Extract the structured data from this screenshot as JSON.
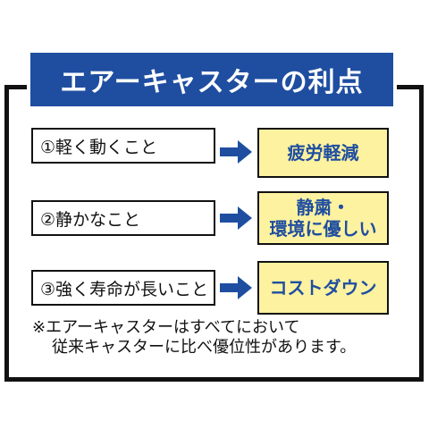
{
  "title": "エアーキャスターの利点",
  "rows": [
    {
      "label": "①軽く動くこと",
      "benefit": [
        "疲労軽減"
      ]
    },
    {
      "label": "②静かなこと",
      "benefit": [
        "静粛・",
        "環境に優しい"
      ]
    },
    {
      "label": "③強く寿命が長いこと",
      "benefit": [
        "コストダウン"
      ]
    }
  ],
  "note": {
    "line1": "※エアーキャスターはすべてにおいて",
    "line2": "従来キャスターに比べ優位性があります。"
  },
  "colors": {
    "accent": "#1f4ea0",
    "highlight": "#fdf2a0",
    "border": "#111111"
  },
  "icons": {
    "arrow": "arrow-right-icon"
  }
}
